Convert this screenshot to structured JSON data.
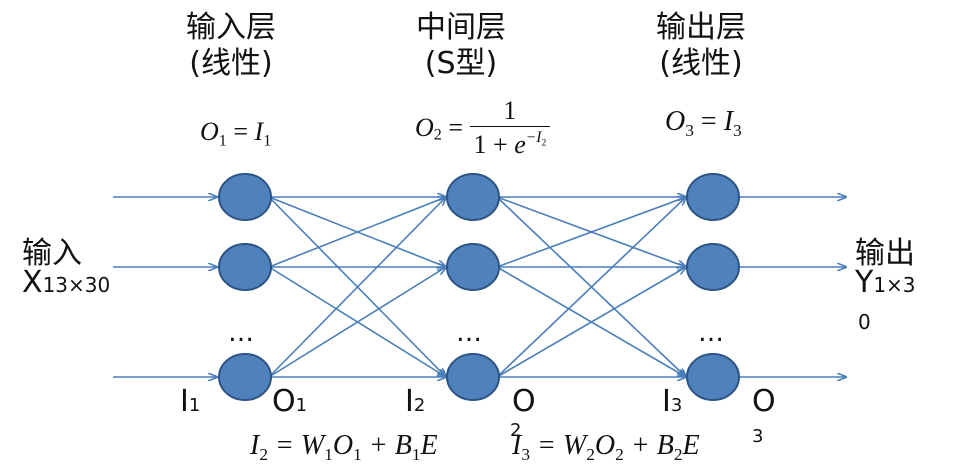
{
  "layers": {
    "input": {
      "title": "输入层",
      "type": "(线性)"
    },
    "hidden": {
      "title": "中间层",
      "type": "(S型)"
    },
    "output": {
      "title": "输出层",
      "type": "(线性)"
    }
  },
  "formulas": {
    "o1_lhs": "O",
    "o1_lhs_sub": "1",
    "o1_eq": "=",
    "o1_rhs": "I",
    "o1_rhs_sub": "1",
    "o2_lhs": "O",
    "o2_lhs_sub": "2",
    "o2_eq": "=",
    "o2_num": "1",
    "o2_den_a": "1 + ",
    "o2_den_e": "e",
    "o2_den_exp": "−I",
    "o2_den_exp_sub": "2",
    "o3_lhs": "O",
    "o3_lhs_sub": "3",
    "o3_eq": "=",
    "o3_rhs": "I",
    "o3_rhs_sub": "3",
    "i2_lhs": "I",
    "i2_lhs_sub": "2",
    "i2_rhs_a": " = W",
    "i2_rhs_a_sub": "1",
    "i2_rhs_b": "O",
    "i2_rhs_b_sub": "1",
    "i2_rhs_c": " + B",
    "i2_rhs_c_sub": "1",
    "i2_rhs_d": "E",
    "i3_lhs": "I",
    "i3_lhs_sub": "3",
    "i3_rhs_a": " = W",
    "i3_rhs_a_sub": "2",
    "i3_rhs_b": "O",
    "i3_rhs_b_sub": "2",
    "i3_rhs_c": " + B",
    "i3_rhs_c_sub": "2",
    "i3_rhs_d": "E"
  },
  "io": {
    "input_label": "输入",
    "input_var": "X",
    "input_sub": "13×30",
    "output_label": "输出",
    "output_var": "Y",
    "output_sub_line1": "1×3",
    "output_sub_line2": "0"
  },
  "bottom_labels": {
    "i1": "I",
    "i1_sub": "1",
    "o1": "O",
    "o1_sub": "1",
    "i2": "I",
    "i2_sub": "2",
    "o2": "O",
    "o2_sub": "2",
    "i3": "I",
    "i3_sub": "3",
    "o3": "O",
    "o3_sub": "3"
  },
  "ellipsis": "…",
  "colors": {
    "node_fill": "#4f81bd",
    "node_stroke": "#2c5484",
    "edge": "#4a7ebb"
  }
}
